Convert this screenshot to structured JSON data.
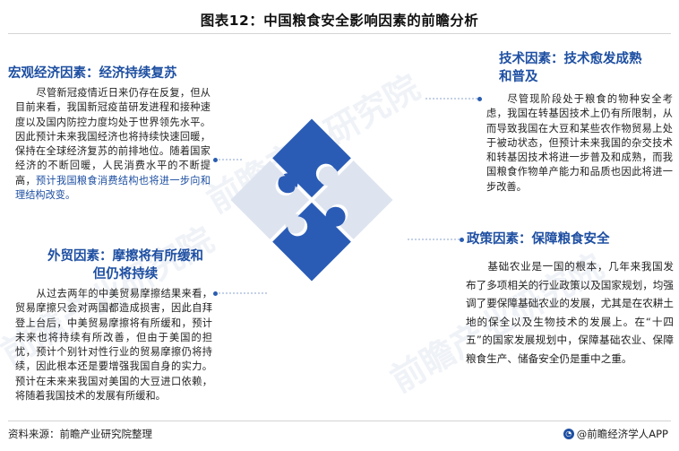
{
  "title": "图表12：中国粮食安全影响因素的前瞻分析",
  "watermark": "前瞻产业研究院",
  "factors": {
    "macro": {
      "heading": "宏观经济因素：经济持续复苏",
      "text_plain": "尽管新冠疫情近日来仍存在反复，但从目前来看，我国新冠疫苗研发进程和接种速度以及国内防控力度均处于世界领先水平。因此预计未来我国经济也将持续快速回暖，保持在全球经济复苏的前排地位。随着国家经济的不断回暖，人民消费水平的不断提高，",
      "text_emphasis": "预计我国粮食消费结构也将进一步向和理结构改变。"
    },
    "tech": {
      "heading_line1": "技术因素：技术愈发成熟",
      "heading_line2": "和普及",
      "text": "尽管现阶段处于粮食的物种安全考虑，我国在转基因技术上仍有所限制，从而导致我国在大豆和某些农作物贸易上处于被动状态，但预计未来我国的杂交技术和转基因技术将进一步普及和成熟，而我国粮食作物单产能力和品质也因此将进一步改善。"
    },
    "trade": {
      "heading_line1": "外贸因素：摩擦将有所缓和",
      "heading_line2": "但仍将持续",
      "text": "从过去两年的中美贸易摩擦结果来看，贸易摩擦只会对两国都造成损害，因此自拜登上台后，中美贸易摩擦将有所缓和，预计未来也将持续有所改善，但由于美国的担忧，预计个别针对性行业的贸易摩擦仍将持续，因此根本还是要增强我国自身的实力。预计在未来来我国对美国的大豆进口依赖，将随着我国技术的发展有所缓和。"
    },
    "policy": {
      "heading": "政策因素：保障粮食安全",
      "text": "基础农业是一国的根本，几年来我国发布了多项相关的行业政策以及国家规划，均强调了要保障基础农业的发展，尤其是在农耕土地的保全以及生物技术的发展上。在“十四五”的国家发展规划中，保障基础农业、保障粮食生产、储备安全仍是重中之重。"
    }
  },
  "footer": {
    "source": "资料来源：前瞻产业研究院整理",
    "brand": "@前瞻经济学人APP"
  },
  "colors": {
    "heading": "#1e4fa2",
    "puzzle_dark": "#2a5cb6",
    "puzzle_light": "#dde4ef"
  }
}
